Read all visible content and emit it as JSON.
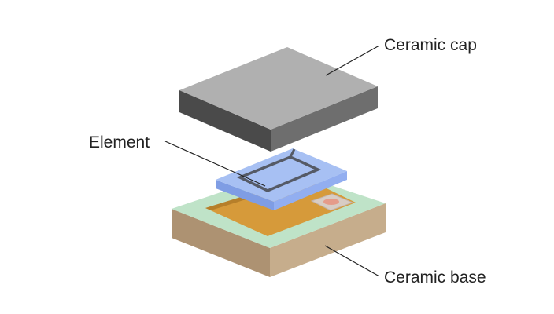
{
  "labels": {
    "cap": "Ceramic cap",
    "element": "Element",
    "base": "Ceramic base"
  },
  "colors": {
    "cap_top": "#b0b0b0",
    "cap_front": "#4a4a4a",
    "cap_right": "#6e6e6e",
    "element_top": "#a7c0f3",
    "element_side": "#88a7e8",
    "element_trace": "#555a66",
    "base_top": "#bfe3c8",
    "base_front": "#ad9272",
    "base_right": "#c6ad8c",
    "cavity": "#d69a3a",
    "pad": "#d8ccc4",
    "pad_dot": "#e59b8a"
  }
}
